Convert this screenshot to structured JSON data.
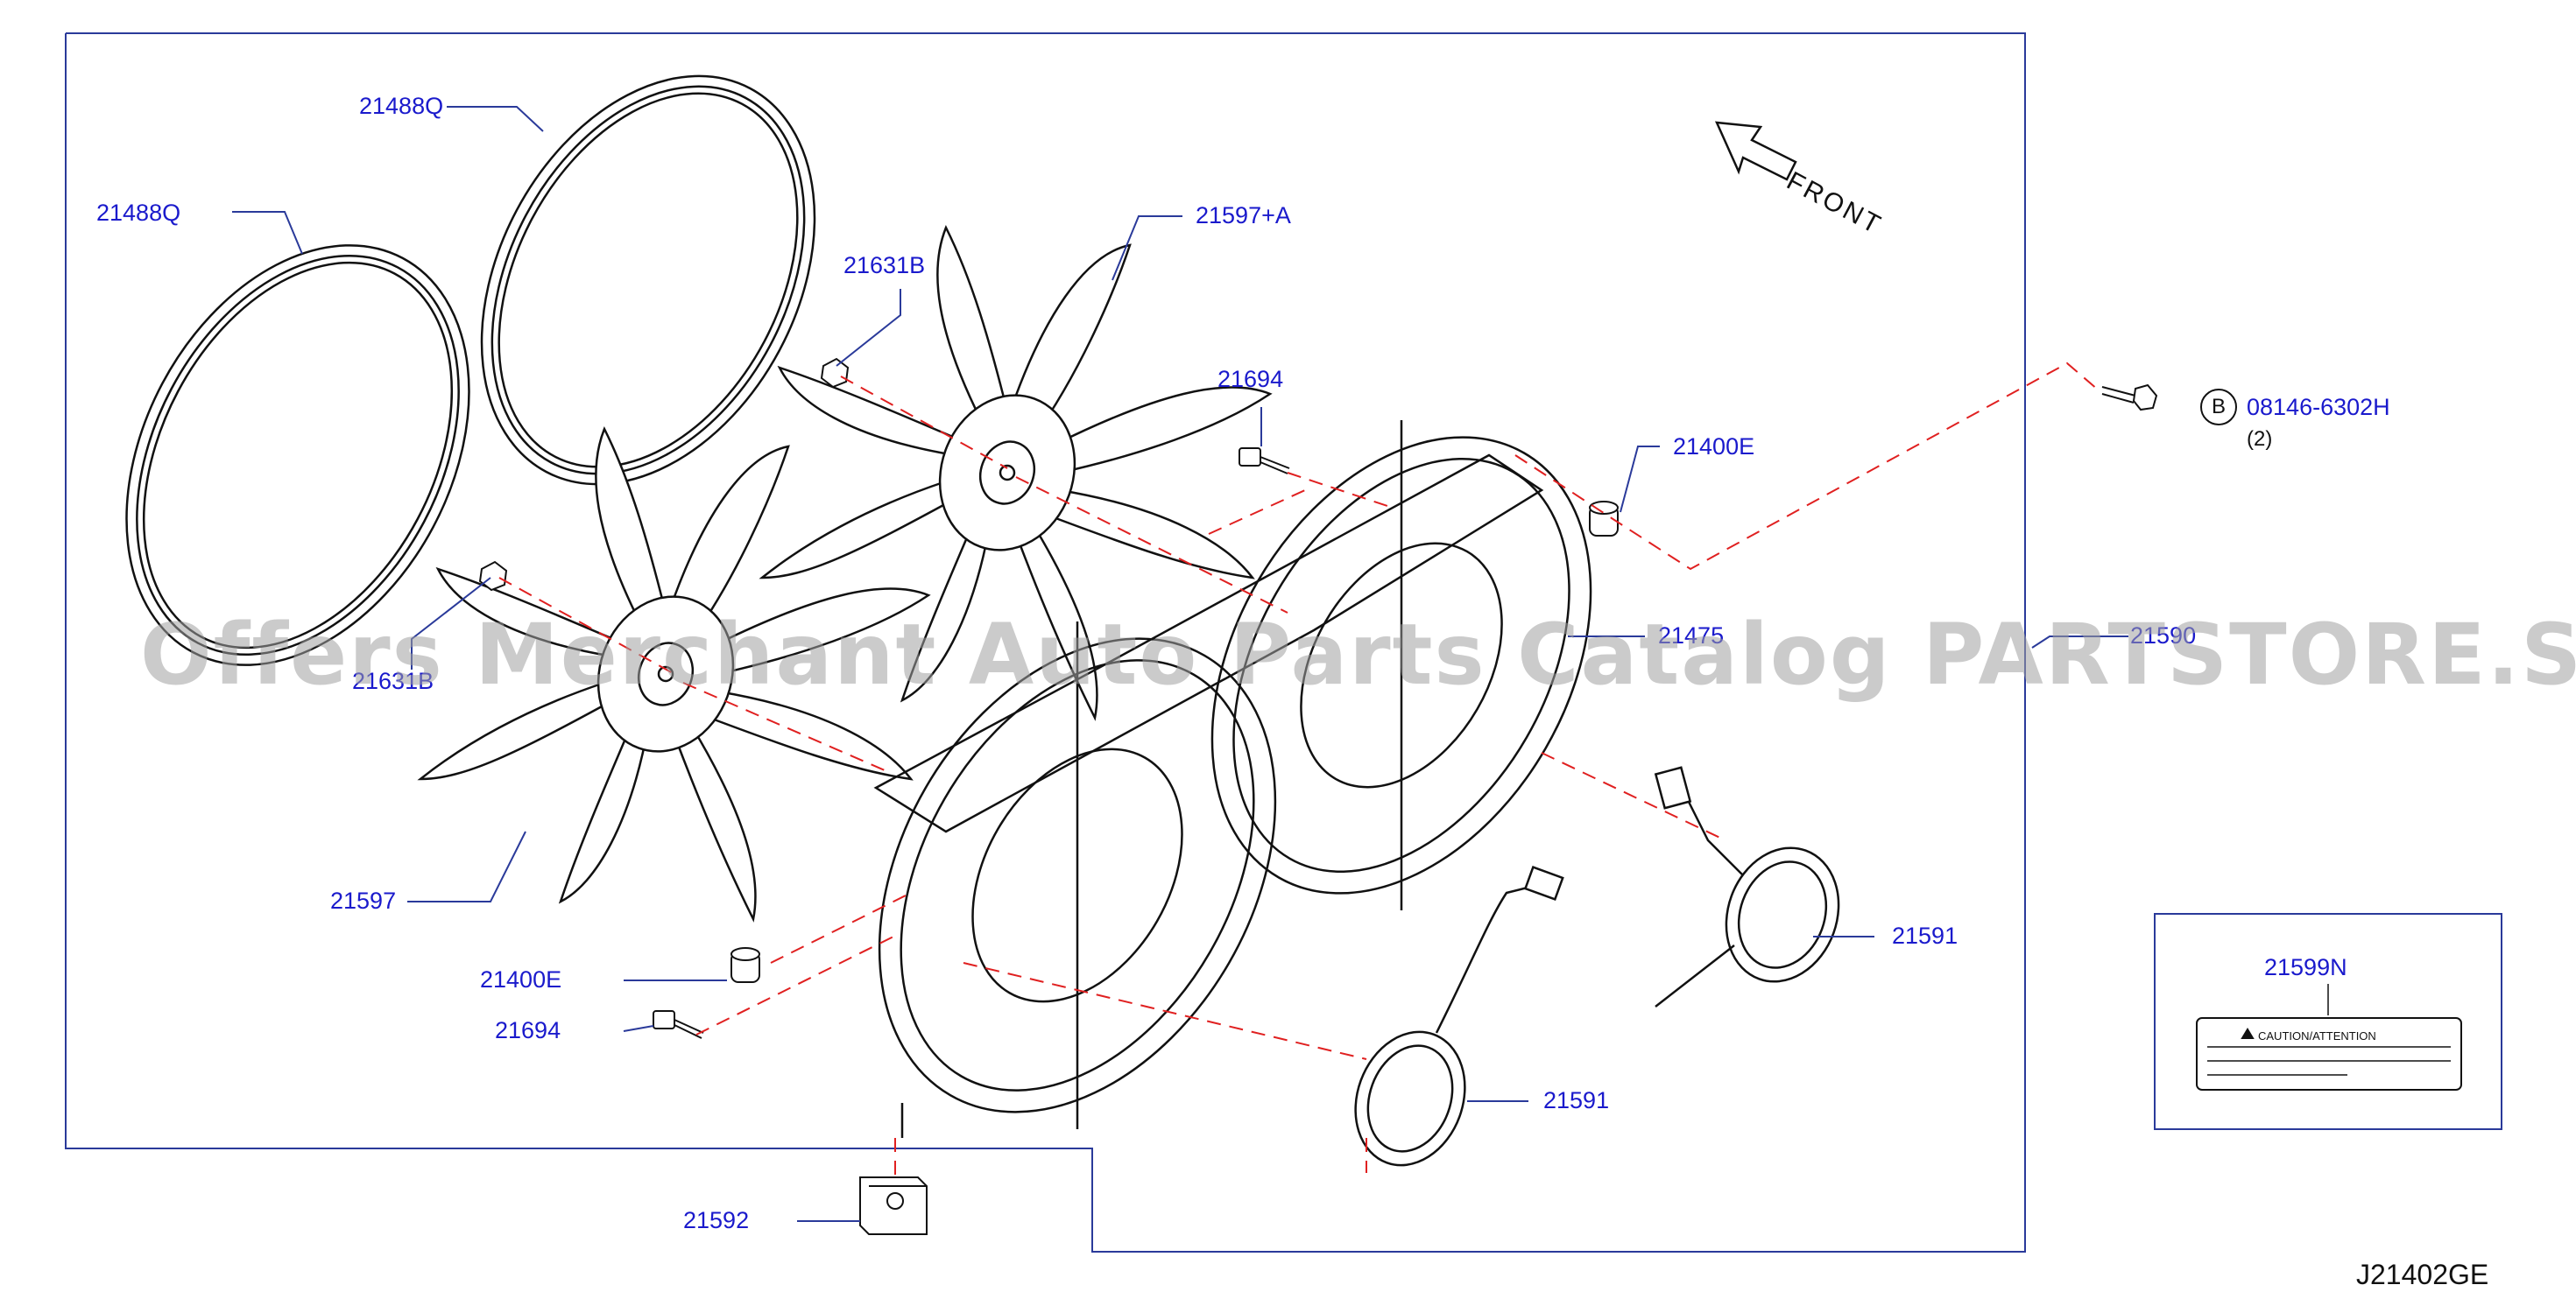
{
  "front_label": "FRONT",
  "diagram_code": "J21402GE",
  "watermark": "Offers Merchant Auto Parts Catalog PARTSTORE.SA",
  "parts": [
    {
      "id": "ring_upper",
      "label": "21488Q"
    },
    {
      "id": "ring_left",
      "label": "21488Q"
    },
    {
      "id": "nut_upper",
      "label": "21631B"
    },
    {
      "id": "fan_upper",
      "label": "21597+A"
    },
    {
      "id": "screw_upper",
      "label": "21694"
    },
    {
      "id": "grommet_upper",
      "label": "21400E"
    },
    {
      "id": "bolt",
      "label": "08146-6302H",
      "callout": "B",
      "qty": "(2)"
    },
    {
      "id": "shroud",
      "label": "21475"
    },
    {
      "id": "assembly",
      "label": "21590"
    },
    {
      "id": "nut_lower",
      "label": "21631B"
    },
    {
      "id": "fan_lower",
      "label": "21597"
    },
    {
      "id": "motor_right",
      "label": "21591"
    },
    {
      "id": "grommet_lower",
      "label": "21400E"
    },
    {
      "id": "screw_lower",
      "label": "21694"
    },
    {
      "id": "motor_lower",
      "label": "21591"
    },
    {
      "id": "bracket",
      "label": "21592"
    },
    {
      "id": "caution_label",
      "label": "21599N",
      "label_text": "CAUTION/ATTENTION"
    }
  ],
  "colors": {
    "line": "#111111",
    "label": "#1a1acc",
    "dash": "#e02020",
    "frame": "#2a3a9a"
  }
}
